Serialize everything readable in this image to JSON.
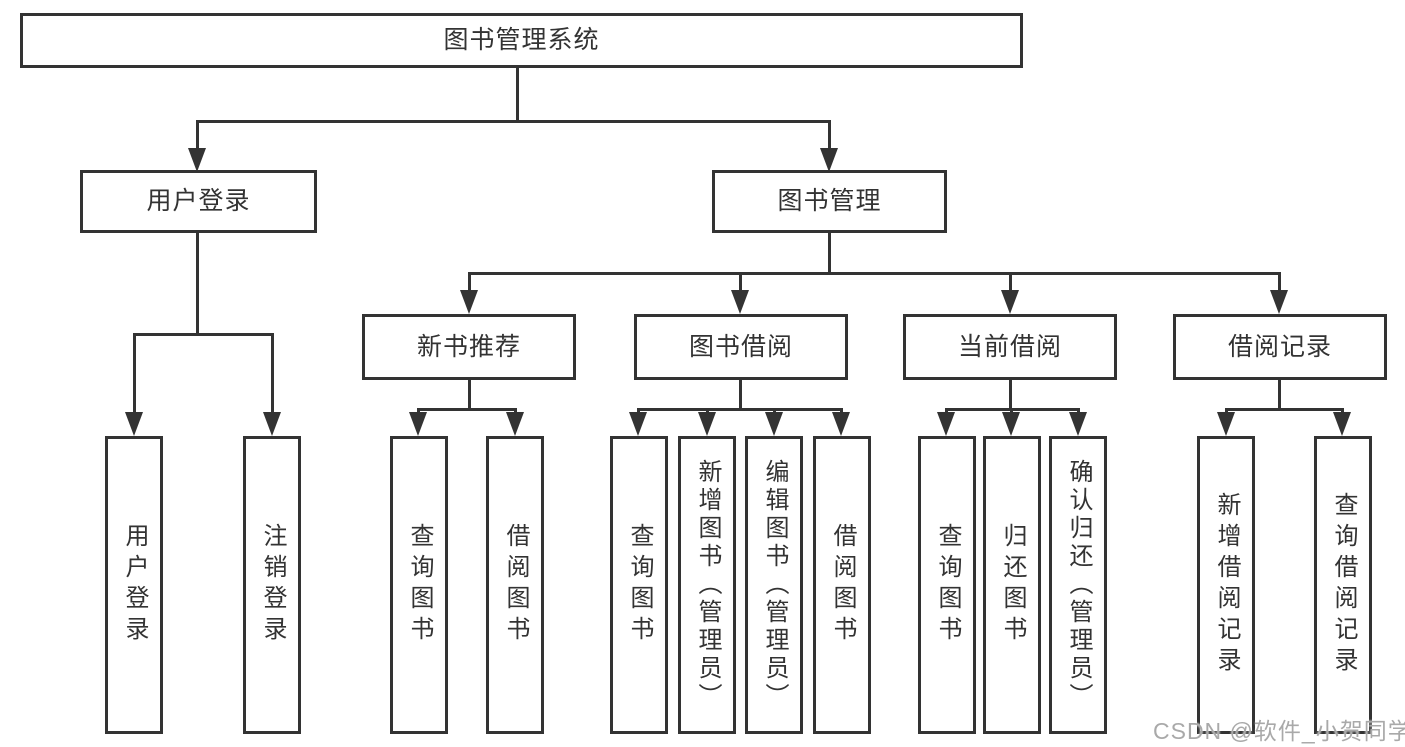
{
  "diagram": {
    "root": {
      "label": "图书管理系统"
    },
    "branches": [
      {
        "label": "用户登录",
        "leaves": [
          {
            "label": "用户登录"
          },
          {
            "label": "注销登录"
          }
        ]
      },
      {
        "label": "图书管理",
        "groups": [
          {
            "label": "新书推荐",
            "leaves": [
              {
                "label": "查询图书"
              },
              {
                "label": "借阅图书"
              }
            ]
          },
          {
            "label": "图书借阅",
            "leaves": [
              {
                "label": "查询图书"
              },
              {
                "label": "新增图书（管理员）"
              },
              {
                "label": "编辑图书（管理员）"
              },
              {
                "label": "借阅图书"
              }
            ]
          },
          {
            "label": "当前借阅",
            "leaves": [
              {
                "label": "查询图书"
              },
              {
                "label": "归还图书"
              },
              {
                "label": "确认归还（管理员）"
              }
            ]
          },
          {
            "label": "借阅记录",
            "leaves": [
              {
                "label": "新增借阅记录"
              },
              {
                "label": "查询借阅记录"
              }
            ]
          }
        ]
      }
    ]
  },
  "watermark": {
    "text": "CSDN @软件_小贺同学"
  },
  "colors": {
    "background": "#ffffff",
    "line": "#333333",
    "text": "#333333",
    "watermark": "#a9a9a9"
  }
}
